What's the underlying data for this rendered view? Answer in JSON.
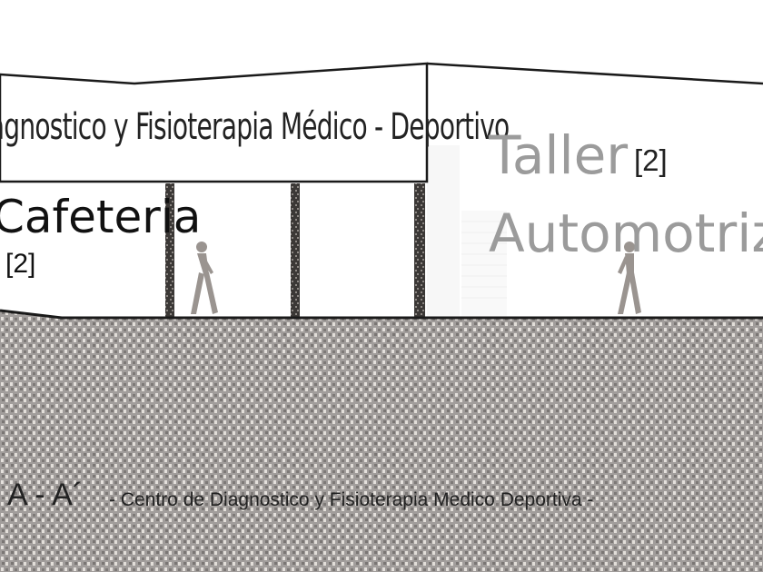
{
  "section": {
    "banner_text": "Diagnostico y Fisioterapia Médico - Deportivo",
    "cafeteria_label": "Cafeteria",
    "cafeteria_tag": "[2]",
    "taller_label": "Taller",
    "taller_tag": "[2]",
    "automotriz_label": "Automotriz",
    "section_mark": "A - A´",
    "section_description": "- Centro de Diagnostico y Fisioterapia Medico Deportiva -"
  },
  "colors": {
    "outline": "#1a1a1a",
    "ground_fill": "#9d9997",
    "column": "#3b3836",
    "figure": "#9a9490",
    "ghost_text": "#9b9b9b"
  },
  "icons": [
    "person-walking-icon",
    "person-walking-icon"
  ]
}
